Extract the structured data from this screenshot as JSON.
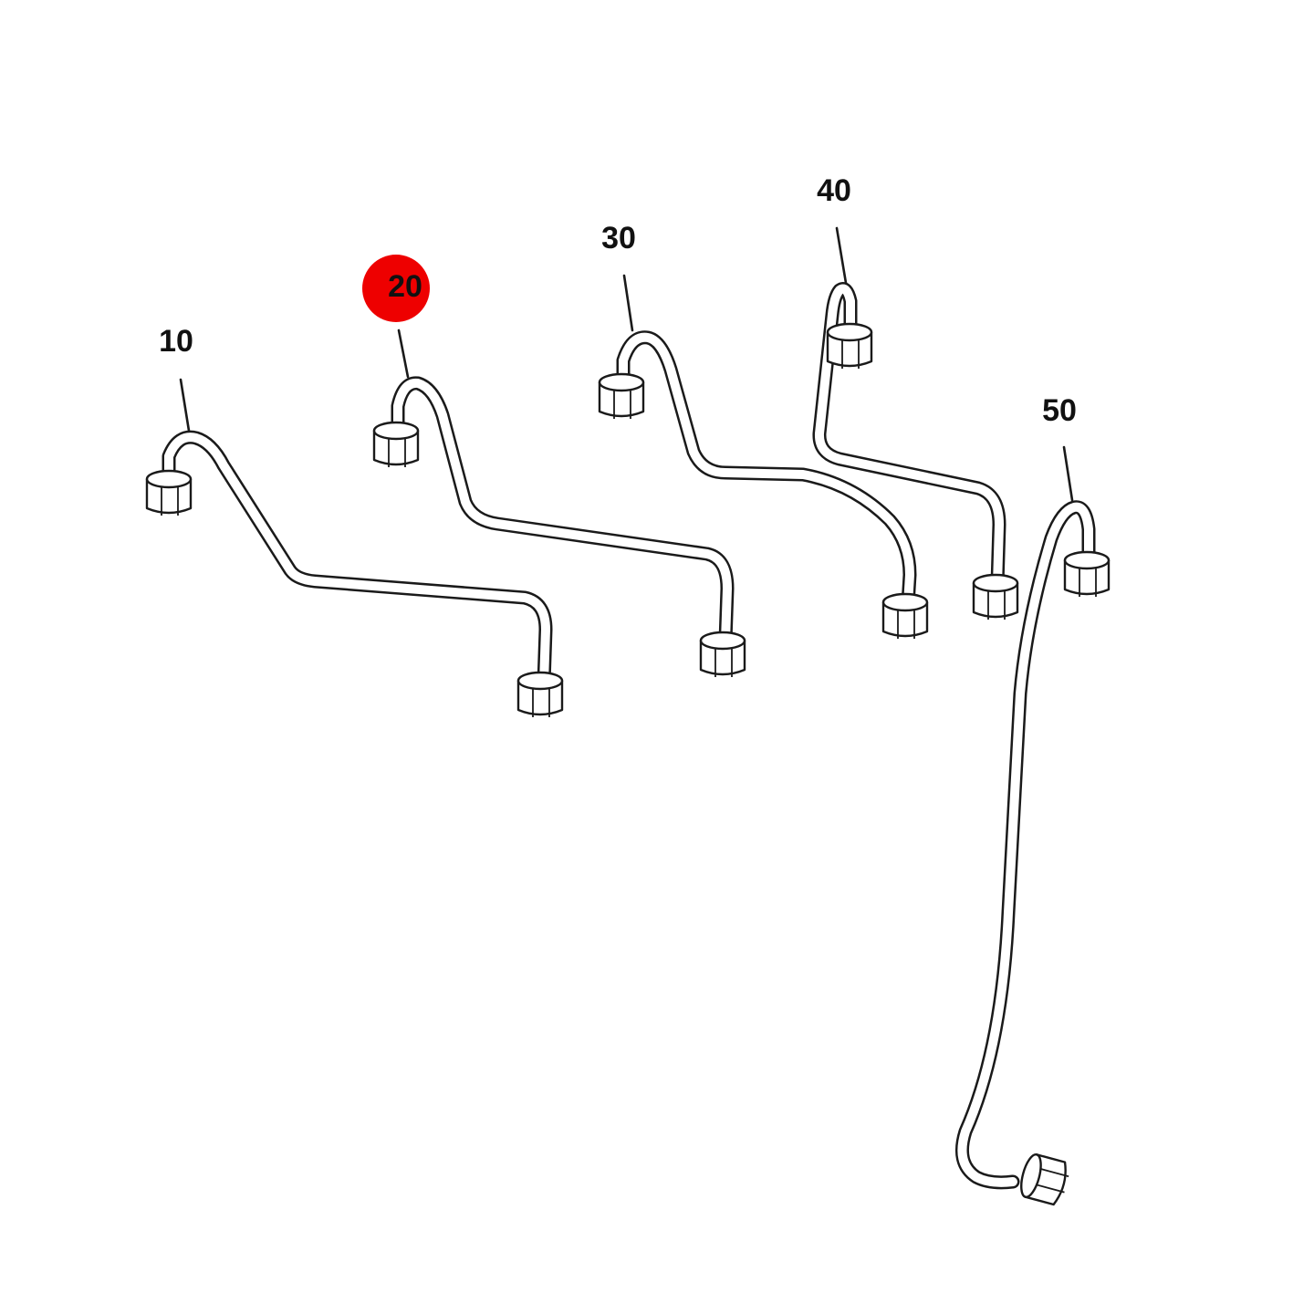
{
  "diagram": {
    "colors": {
      "line": "#1a1a1a",
      "background": "#ffffff",
      "highlight": "#ee0000"
    },
    "callouts": [
      {
        "id": "10",
        "label": "10",
        "highlighted": false
      },
      {
        "id": "20",
        "label": "20",
        "highlighted": true
      },
      {
        "id": "30",
        "label": "30",
        "highlighted": false
      },
      {
        "id": "40",
        "label": "40",
        "highlighted": false
      },
      {
        "id": "50",
        "label": "50",
        "highlighted": false
      }
    ]
  }
}
